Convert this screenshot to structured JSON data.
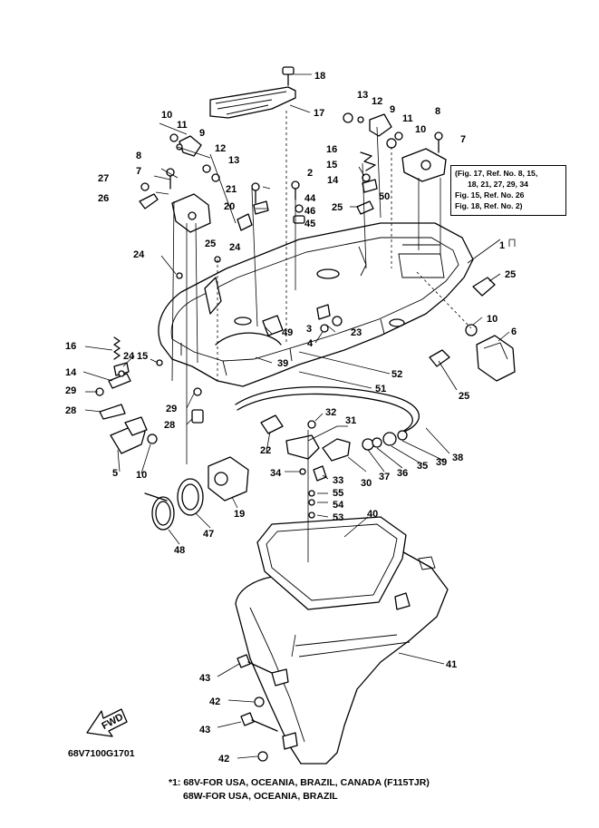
{
  "diagram": {
    "labels": [
      {
        "n": "18"
      },
      {
        "n": "17"
      },
      {
        "n": "13"
      },
      {
        "n": "12"
      },
      {
        "n": "9"
      },
      {
        "n": "11"
      },
      {
        "n": "10"
      },
      {
        "n": "8"
      },
      {
        "n": "7"
      },
      {
        "n": "10"
      },
      {
        "n": "11"
      },
      {
        "n": "9"
      },
      {
        "n": "12"
      },
      {
        "n": "13"
      },
      {
        "n": "8"
      },
      {
        "n": "27"
      },
      {
        "n": "7"
      },
      {
        "n": "26"
      },
      {
        "n": "21"
      },
      {
        "n": "20"
      },
      {
        "n": "25"
      },
      {
        "n": "24"
      },
      {
        "n": "16"
      },
      {
        "n": "15"
      },
      {
        "n": "14"
      },
      {
        "n": "2"
      },
      {
        "n": "44"
      },
      {
        "n": "46"
      },
      {
        "n": "45"
      },
      {
        "n": "25"
      },
      {
        "n": "50"
      },
      {
        "n": "1"
      },
      {
        "n": "25"
      },
      {
        "n": "24"
      },
      {
        "n": "3"
      },
      {
        "n": "4"
      },
      {
        "n": "23"
      },
      {
        "n": "49"
      },
      {
        "n": "10"
      },
      {
        "n": "6"
      },
      {
        "n": "16"
      },
      {
        "n": "24"
      },
      {
        "n": "15"
      },
      {
        "n": "14"
      },
      {
        "n": "29"
      },
      {
        "n": "39"
      },
      {
        "n": "52"
      },
      {
        "n": "51"
      },
      {
        "n": "25"
      },
      {
        "n": "28"
      },
      {
        "n": "29"
      },
      {
        "n": "28"
      },
      {
        "n": "32"
      },
      {
        "n": "31"
      },
      {
        "n": "22"
      },
      {
        "n": "5"
      },
      {
        "n": "10"
      },
      {
        "n": "38"
      },
      {
        "n": "39"
      },
      {
        "n": "35"
      },
      {
        "n": "36"
      },
      {
        "n": "37"
      },
      {
        "n": "30"
      },
      {
        "n": "34"
      },
      {
        "n": "33"
      },
      {
        "n": "55"
      },
      {
        "n": "54"
      },
      {
        "n": "53"
      },
      {
        "n": "19"
      },
      {
        "n": "47"
      },
      {
        "n": "48"
      },
      {
        "n": "40"
      },
      {
        "n": "41"
      },
      {
        "n": "43"
      },
      {
        "n": "42"
      },
      {
        "n": "43"
      },
      {
        "n": "42"
      }
    ],
    "fwd_label": "FWD",
    "note_lines": [
      "(Fig. 17, Ref. No. 8, 15,",
      "18, 21, 27, 29, 34",
      "Fig. 15, Ref. No. 26",
      "Fig. 18, Ref. No. 2)"
    ],
    "drawing_code": "68V7100G1701",
    "footnote_line1": "*1: 68V-FOR USA, OCEANIA, BRAZIL, CANADA (F115TJR)",
    "footnote_line2": "68W-FOR USA, OCEANIA, BRAZIL"
  }
}
